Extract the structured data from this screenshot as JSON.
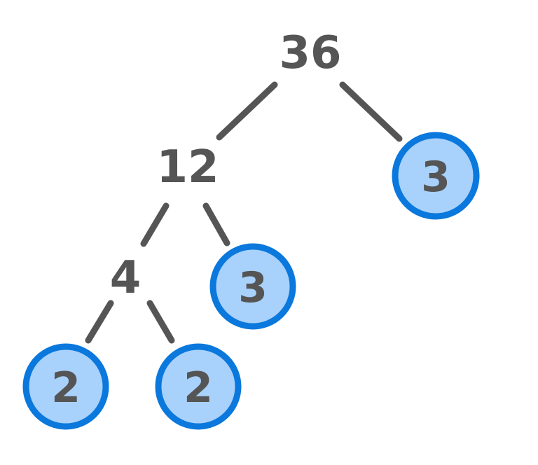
{
  "tree": {
    "root": {
      "value": "36"
    },
    "nodes": [
      {
        "id": "n36",
        "value": "36",
        "prime": false
      },
      {
        "id": "n12",
        "value": "12",
        "prime": false
      },
      {
        "id": "n3a",
        "value": "3",
        "prime": true
      },
      {
        "id": "n4",
        "value": "4",
        "prime": false
      },
      {
        "id": "n3b",
        "value": "3",
        "prime": true
      },
      {
        "id": "n2a",
        "value": "2",
        "prime": true
      },
      {
        "id": "n2b",
        "value": "2",
        "prime": true
      }
    ],
    "edges": [
      {
        "from": "n36",
        "to": "n12"
      },
      {
        "from": "n36",
        "to": "n3a"
      },
      {
        "from": "n12",
        "to": "n4"
      },
      {
        "from": "n12",
        "to": "n3b"
      },
      {
        "from": "n4",
        "to": "n2a"
      },
      {
        "from": "n4",
        "to": "n2b"
      }
    ]
  },
  "colors": {
    "line": "#555555",
    "prime_fill": "#a8d1fc",
    "prime_border": "#0a78dc",
    "text": "#555555"
  }
}
